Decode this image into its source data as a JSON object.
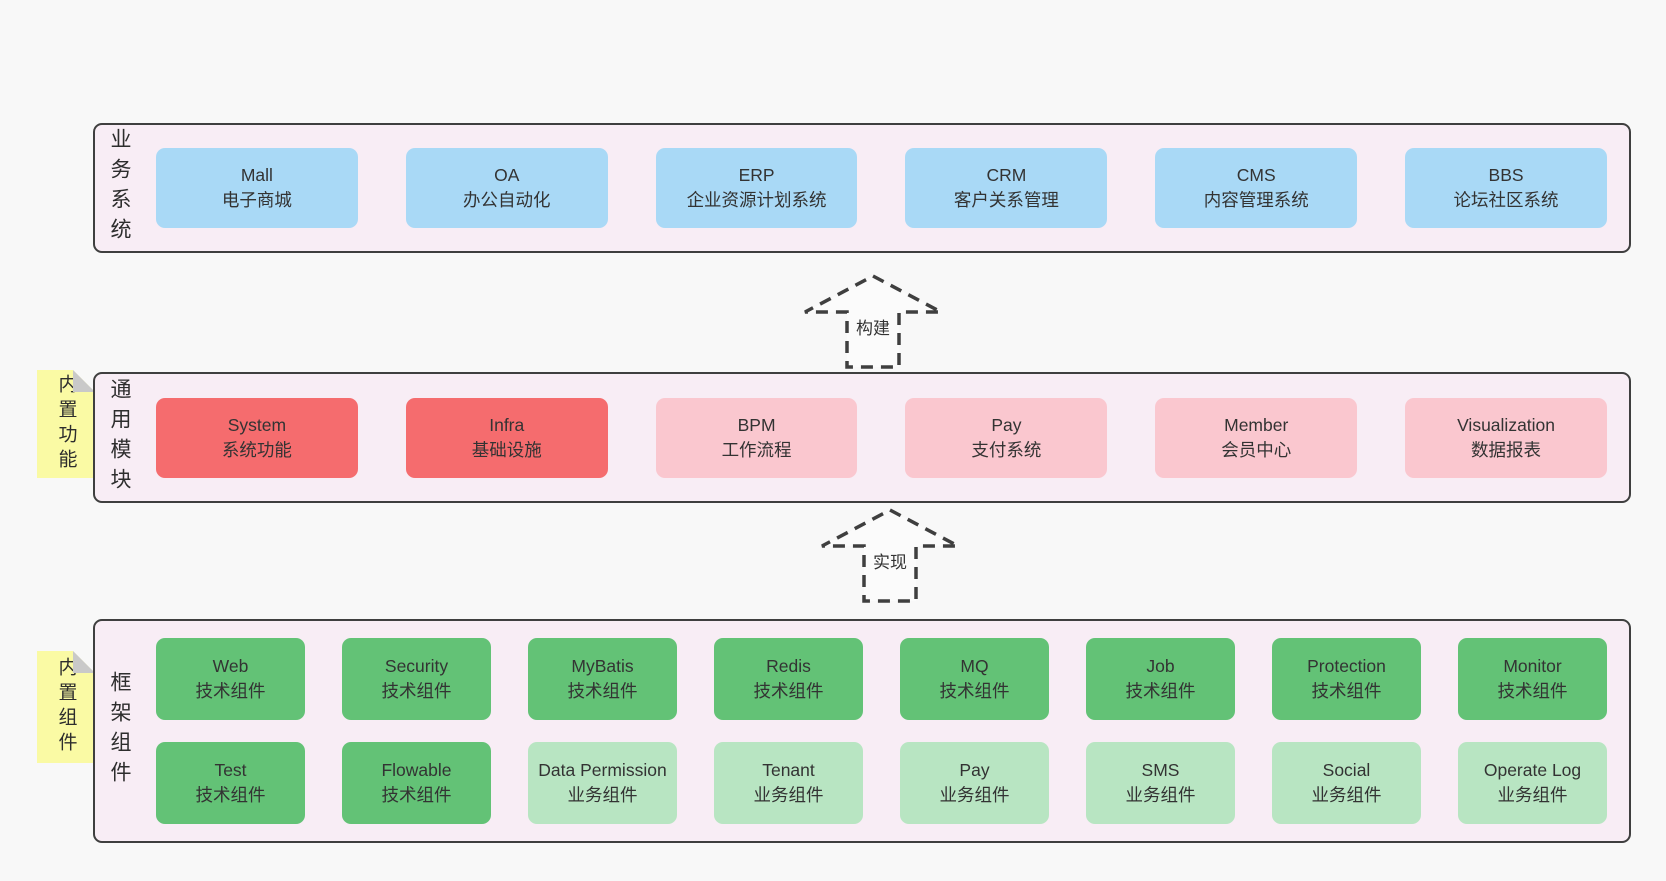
{
  "colors": {
    "page_bg": "#f8f8f8",
    "panel_bg": "#f8edf5",
    "panel_border": "#3f3f3f",
    "blue_box": "#a9d9f6",
    "red_box": "#f56c6e",
    "pink_box": "#fac7cf",
    "green_dark_box": "#63c276",
    "green_light_box": "#b8e5c2",
    "tag_yellow": "#fafaa4",
    "text": "#333333"
  },
  "arrows": {
    "build": "构建",
    "implement": "实现"
  },
  "sections": {
    "business": {
      "label": "业务系统",
      "boxes": [
        {
          "en": "Mall",
          "zh": "电子商城"
        },
        {
          "en": "OA",
          "zh": "办公自动化"
        },
        {
          "en": "ERP",
          "zh": "企业资源计划系统"
        },
        {
          "en": "CRM",
          "zh": "客户关系管理"
        },
        {
          "en": "CMS",
          "zh": "内容管理系统"
        },
        {
          "en": "BBS",
          "zh": "论坛社区系统"
        }
      ]
    },
    "modules": {
      "label": "通用模块",
      "tag": "内置功能",
      "boxes": [
        {
          "en": "System",
          "zh": "系统功能"
        },
        {
          "en": "Infra",
          "zh": "基础设施"
        },
        {
          "en": "BPM",
          "zh": "工作流程"
        },
        {
          "en": "Pay",
          "zh": "支付系统"
        },
        {
          "en": "Member",
          "zh": "会员中心"
        },
        {
          "en": "Visualization",
          "zh": "数据报表"
        }
      ]
    },
    "framework": {
      "label": "框架组件",
      "tag": "内置组件",
      "row1": [
        {
          "en": "Web",
          "zh": "技术组件"
        },
        {
          "en": "Security",
          "zh": "技术组件"
        },
        {
          "en": "MyBatis",
          "zh": "技术组件"
        },
        {
          "en": "Redis",
          "zh": "技术组件"
        },
        {
          "en": "MQ",
          "zh": "技术组件"
        },
        {
          "en": "Job",
          "zh": "技术组件"
        },
        {
          "en": "Protection",
          "zh": "技术组件"
        },
        {
          "en": "Monitor",
          "zh": "技术组件"
        }
      ],
      "row2": [
        {
          "en": "Test",
          "zh": "技术组件"
        },
        {
          "en": "Flowable",
          "zh": "技术组件"
        },
        {
          "en": "Data Permission",
          "zh": "业务组件"
        },
        {
          "en": "Tenant",
          "zh": "业务组件"
        },
        {
          "en": "Pay",
          "zh": "业务组件"
        },
        {
          "en": "SMS",
          "zh": "业务组件"
        },
        {
          "en": "Social",
          "zh": "业务组件"
        },
        {
          "en": "Operate Log",
          "zh": "业务组件"
        }
      ]
    }
  }
}
